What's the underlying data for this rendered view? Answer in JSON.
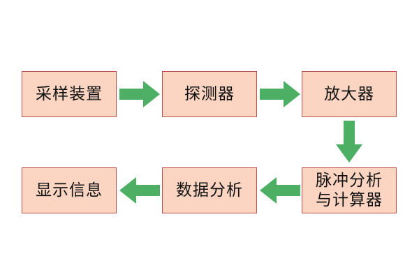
{
  "diagram": {
    "nodes": [
      {
        "id": "sampling-device",
        "lines": [
          "采样装置"
        ]
      },
      {
        "id": "detector",
        "lines": [
          "探测器"
        ]
      },
      {
        "id": "amplifier",
        "lines": [
          "放大器"
        ]
      },
      {
        "id": "pulse-analysis-calculator",
        "lines": [
          "脉冲分析",
          "与计算器"
        ]
      },
      {
        "id": "data-analysis",
        "lines": [
          "数据分析"
        ]
      },
      {
        "id": "display-info",
        "lines": [
          "显示信息"
        ]
      }
    ],
    "edges": [
      {
        "from": "sampling-device",
        "to": "detector"
      },
      {
        "from": "detector",
        "to": "amplifier"
      },
      {
        "from": "amplifier",
        "to": "pulse-analysis-calculator"
      },
      {
        "from": "pulse-analysis-calculator",
        "to": "data-analysis"
      },
      {
        "from": "data-analysis",
        "to": "display-info"
      }
    ],
    "colors": {
      "node_fill": "#fbd5c2",
      "node_border": "#c0504d",
      "arrow": "#4caf64",
      "text": "#111111"
    }
  }
}
